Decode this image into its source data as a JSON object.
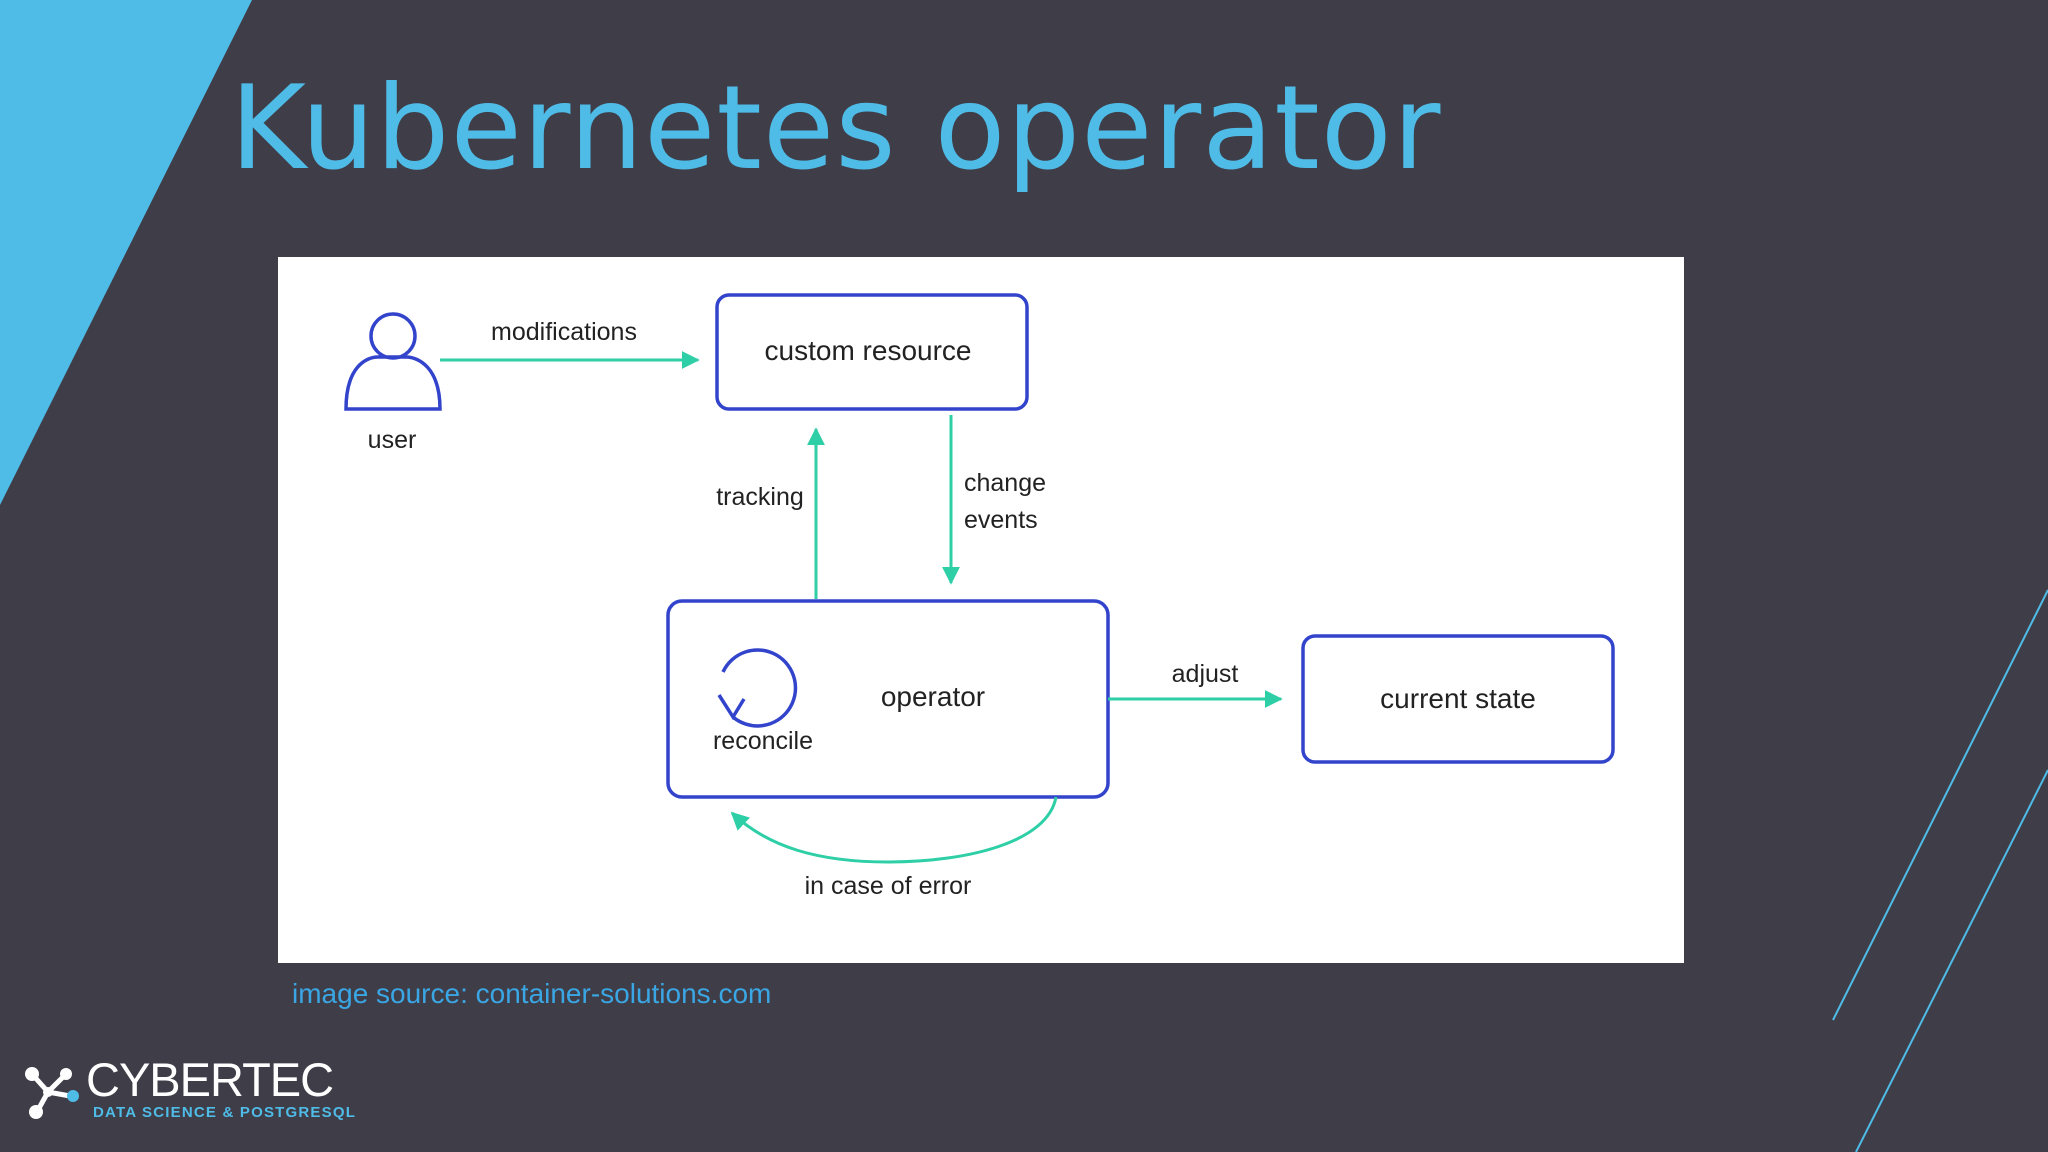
{
  "slide": {
    "title": "Kubernetes operator",
    "image_source": "image source: container-solutions.com"
  },
  "diagram": {
    "nodes": {
      "user": "user",
      "custom_resource": "custom resource",
      "operator": "operator",
      "reconcile": "reconcile",
      "current_state": "current state"
    },
    "edges": {
      "modifications": "modifications",
      "tracking": "tracking",
      "change_line1": "change",
      "change_line2": "events",
      "adjust": "adjust",
      "error": "in case of error"
    }
  },
  "logo": {
    "name": "CYBERTEC",
    "tagline": "DATA SCIENCE & POSTGRESQL"
  },
  "colors": {
    "background": "#3f3e48",
    "accent_blue": "#4fbbe7",
    "diagram_stroke": "#3344cc",
    "arrow": "#2ecfa6"
  }
}
